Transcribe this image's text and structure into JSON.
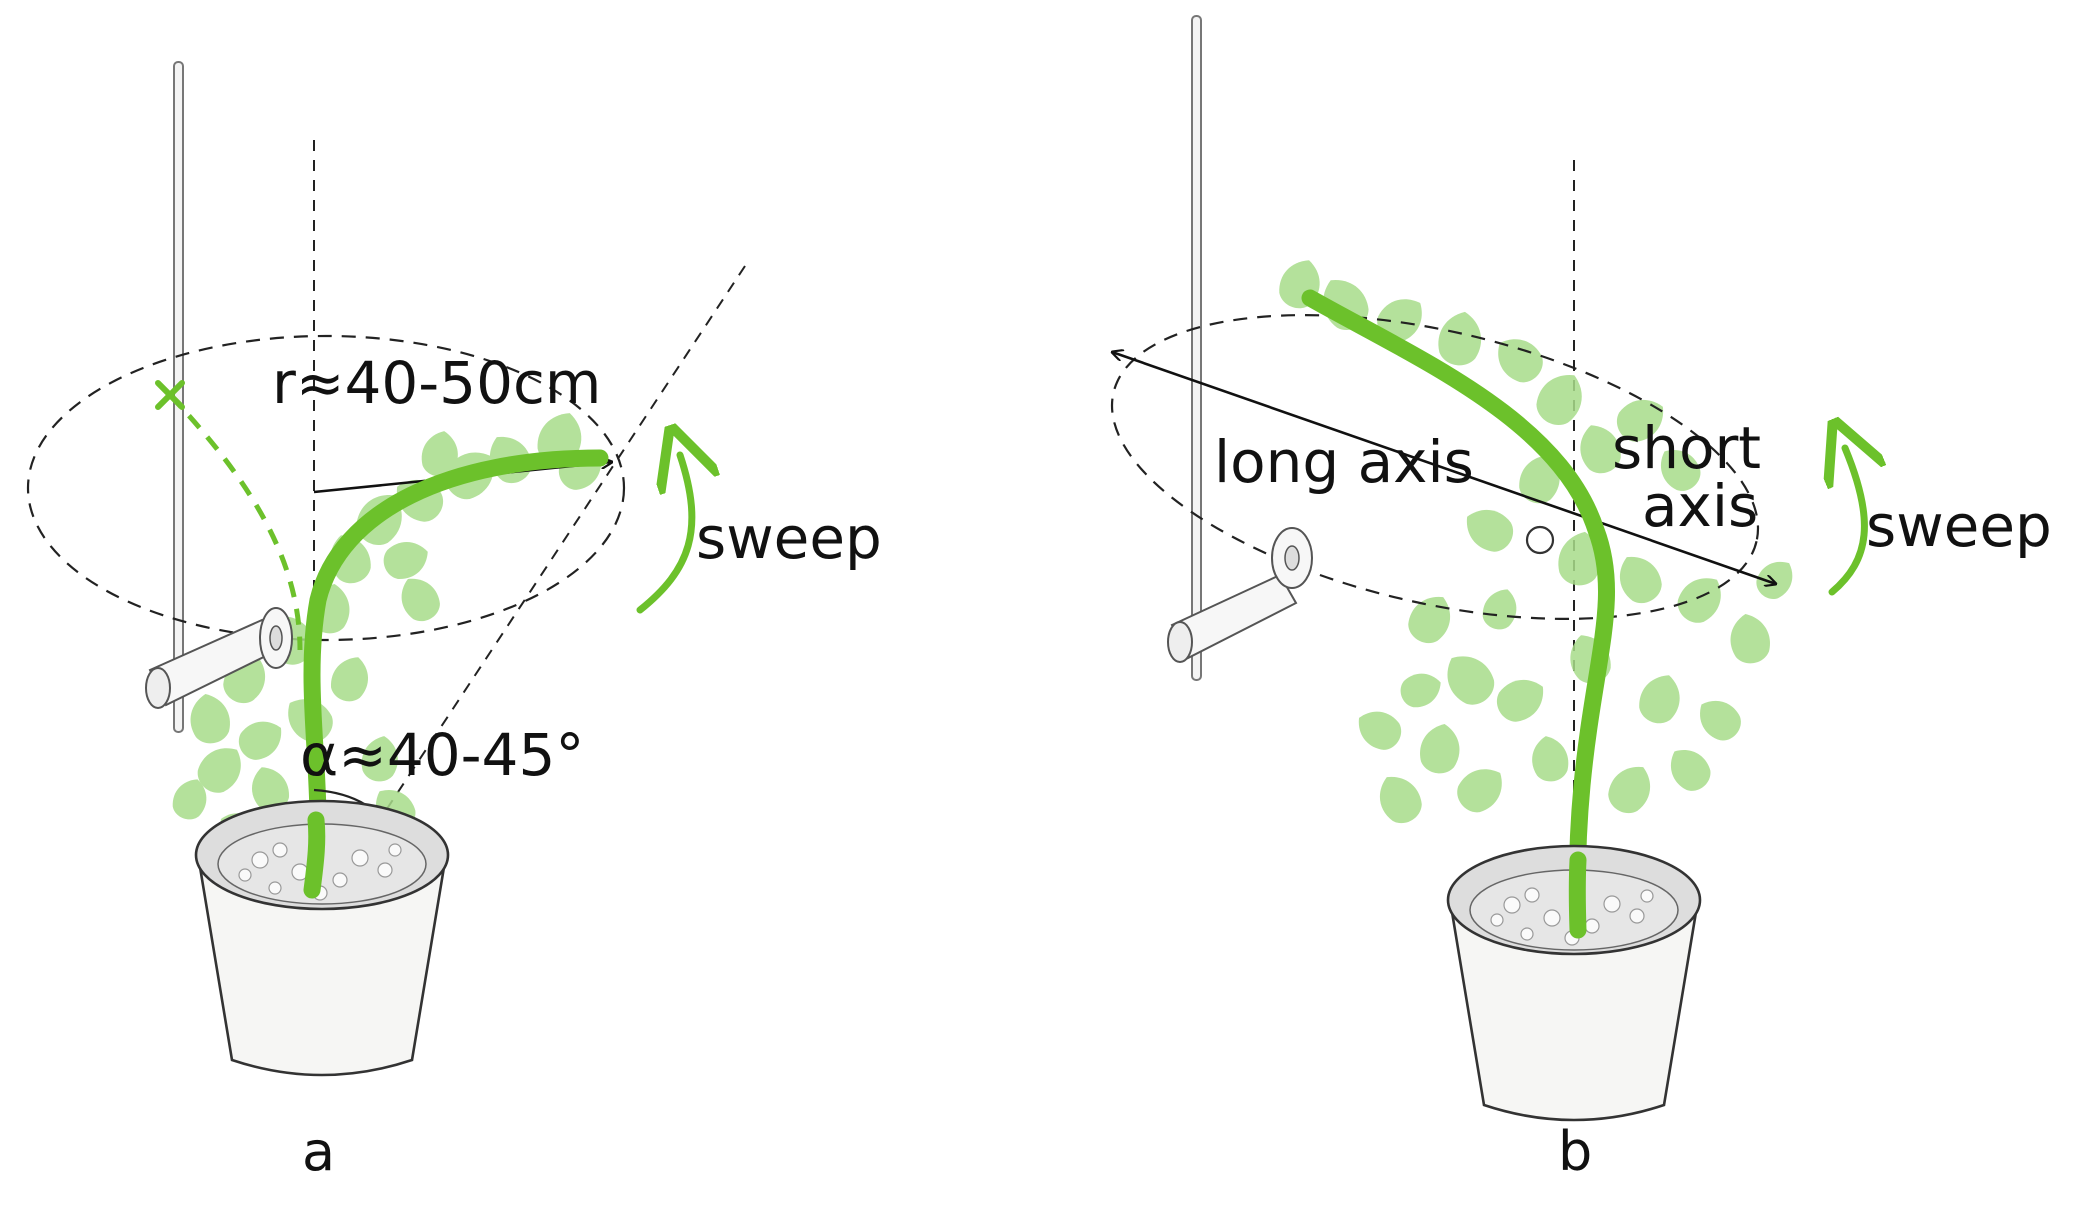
{
  "panel_a": {
    "label": "a",
    "radius_label": "r≈40-50cm",
    "angle_label": "α≈40-45°",
    "sweep_label": "sweep",
    "colors": {
      "stem": "#6cc12b",
      "leaf": "#a8dc8a",
      "marker": "#6cc12b"
    },
    "icons": [
      "support-rod-icon",
      "nozzle-icon",
      "pot-icon",
      "x-marker-icon",
      "sweep-arrow-icon"
    ]
  },
  "panel_b": {
    "label": "b",
    "long_axis_label": "long axis",
    "short_axis_label_1": "short",
    "short_axis_label_2": "axis",
    "sweep_label": "sweep",
    "colors": {
      "stem": "#6cc12b",
      "leaf": "#a8dc8a"
    },
    "icons": [
      "support-rod-icon",
      "nozzle-icon",
      "pot-icon",
      "center-circle-icon",
      "sweep-arrow-icon"
    ]
  }
}
